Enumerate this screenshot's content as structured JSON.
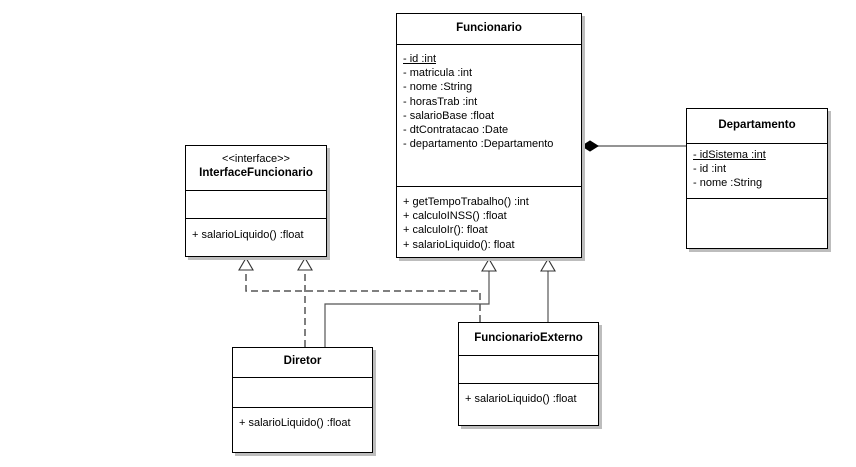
{
  "classes": {
    "funcionario": {
      "name": "Funcionario",
      "attributes": [
        "- id :int",
        "- matricula :int",
        "- nome :String",
        "- horasTrab :int",
        "- salarioBase :float",
        "- dtContratacao :Date",
        "- departamento :Departamento"
      ],
      "operations": [
        "+ getTempoTrabalho() :int",
        "+ calculoINSS() :float",
        "+ calculoIr(): float",
        "+ salarioLiquido(): float"
      ]
    },
    "departamento": {
      "name": "Departamento",
      "attributes": [
        "- idSistema :int",
        "- id :int",
        "- nome :String"
      ]
    },
    "interface_funcionario": {
      "stereotype": "<<interface>>",
      "name": "InterfaceFuncionario",
      "operations": [
        "+ salarioLiquido() :float"
      ]
    },
    "diretor": {
      "name": "Diretor",
      "operations": [
        "+ salarioLiquido() :float"
      ]
    },
    "funcionario_externo": {
      "name": "FuncionarioExterno",
      "operations": [
        "+ salarioLiquido() :float"
      ]
    }
  }
}
